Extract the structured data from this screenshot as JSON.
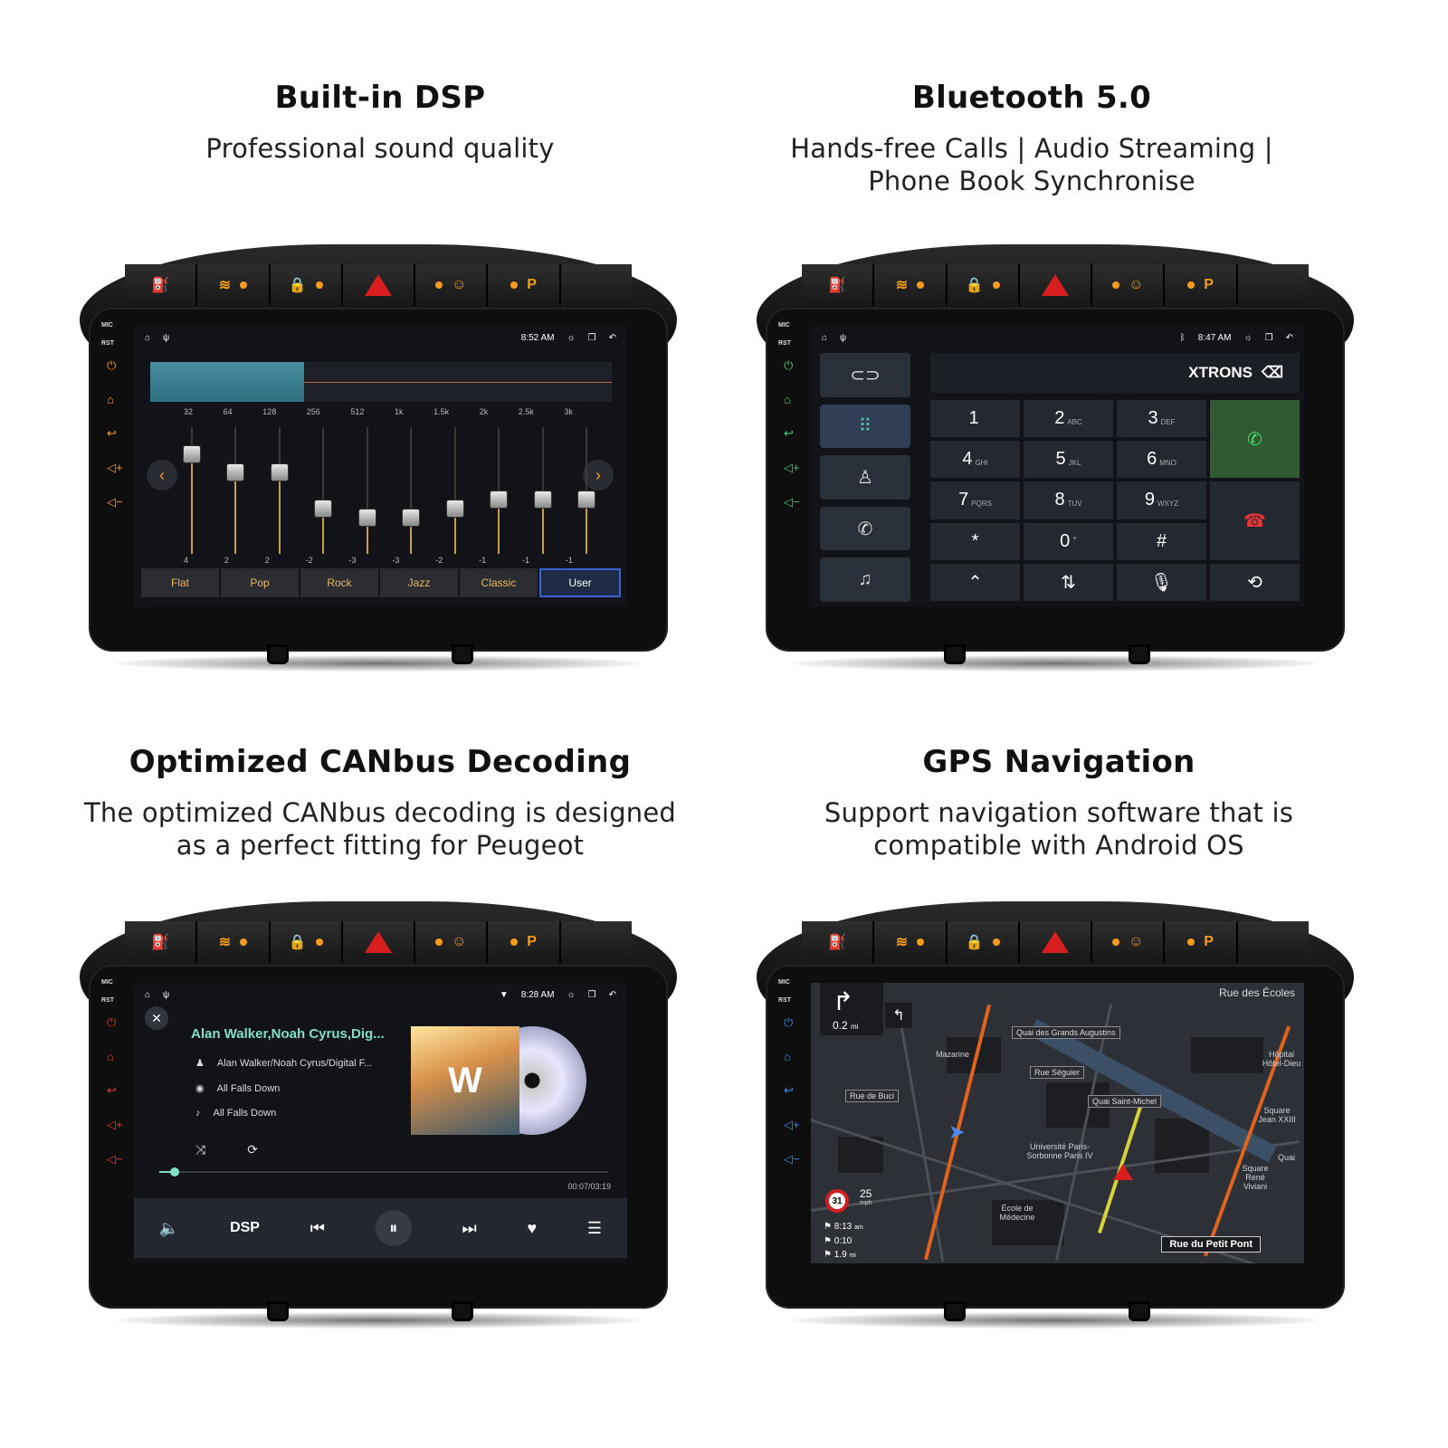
{
  "panels": [
    {
      "title": "Built-in DSP",
      "subtitle": "Professional sound quality"
    },
    {
      "title": "Bluetooth 5.0",
      "subtitle": "Hands-free Calls | Audio Streaming | Phone Book Synchronise"
    },
    {
      "title": "Optimized CANbus Decoding",
      "subtitle": "The optimized CANbus decoding is designed as a perfect fitting for Peugeot"
    },
    {
      "title": "GPS Navigation",
      "subtitle": "Support navigation software that is compatible with Android OS"
    }
  ],
  "side_labels": {
    "mic": "MIC",
    "rst": "RST"
  },
  "dsp": {
    "time": "8:52 AM",
    "frequencies": [
      "32",
      "64",
      "128",
      "256",
      "512",
      "1k",
      "1.5k",
      "2k",
      "2.5k",
      "3k"
    ],
    "levels": [
      "4",
      "2",
      "2",
      "-2",
      "-3",
      "-3",
      "-2",
      "-1",
      "-1",
      "-1"
    ],
    "level_values": [
      4,
      2,
      2,
      -2,
      -3,
      -3,
      -2,
      -1,
      -1,
      -1
    ],
    "presets": [
      "Flat",
      "Pop",
      "Rock",
      "Jazz",
      "Classic",
      "User"
    ],
    "selected_preset": "User"
  },
  "phone": {
    "time": "8:47 AM",
    "brand": "XTRONS",
    "keys": [
      {
        "d": "1",
        "l": ""
      },
      {
        "d": "2",
        "l": "ABC"
      },
      {
        "d": "3",
        "l": "DEF"
      },
      {
        "d": "4",
        "l": "GHI"
      },
      {
        "d": "5",
        "l": "JKL"
      },
      {
        "d": "6",
        "l": "MNO"
      },
      {
        "d": "7",
        "l": "PQRS"
      },
      {
        "d": "8",
        "l": "TUV"
      },
      {
        "d": "9",
        "l": "WXYZ"
      },
      {
        "d": "*",
        "l": ""
      },
      {
        "d": "0",
        "l": "+"
      },
      {
        "d": "#",
        "l": ""
      }
    ]
  },
  "music": {
    "time": "8:28 AM",
    "title": "Alan Walker,Noah Cyrus,Dig...",
    "artist": "Alan Walker/Noah Cyrus/Digital F...",
    "album": "All Falls Down",
    "song": "All Falls Down",
    "album_art_text": "W",
    "elapsed": "00:07/03:19",
    "progress": 0.035,
    "dsp_label": "DSP"
  },
  "nav": {
    "top_street": "Rue des Écoles",
    "turn_distance": "0.2",
    "turn_unit": "mi",
    "speed_limit": "31",
    "speed": "25",
    "speed_unit": "mph",
    "eta_time": "8:13",
    "eta_suffix": "am",
    "remaining_time": "0:10",
    "remaining_distance": "1.9",
    "distance_unit": "mi",
    "bottom_street": "Rue du Petit Pont",
    "labels": [
      "Quai des Grands Augustins",
      "Rue Séguier",
      "Rue de Buci",
      "Quai Saint-Michel"
    ],
    "plain_labels": [
      "Mazarine",
      "Université Paris-Sorbonne Paris IV",
      "École de Médecine",
      "Square René Viviani",
      "Square Jean XXIII",
      "Hôpital Hôtel-Dieu",
      "Quai"
    ]
  },
  "colors": {
    "accent_orange": "#f59b1d",
    "hazard_red": "#d81e1e",
    "eq_teal": "#4a8ea0",
    "music_teal": "#7fe0c6"
  }
}
